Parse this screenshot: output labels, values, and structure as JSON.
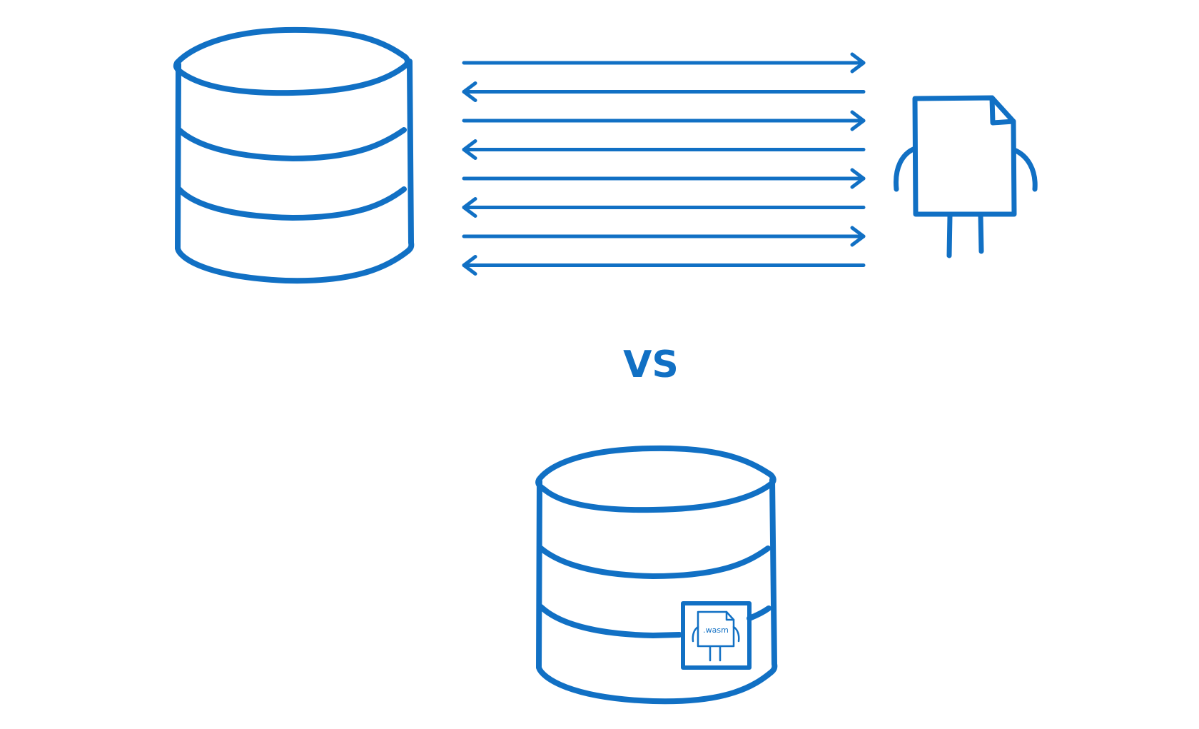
{
  "colors": {
    "ink": "#1170C4",
    "background": "#FFFFFF"
  },
  "comparison": {
    "label": "VS"
  },
  "top_scenario": {
    "database_icon": "database-cylinder-icon",
    "module_icon": "file-character-icon",
    "messages": [
      {
        "direction": "to-module"
      },
      {
        "direction": "to-database"
      },
      {
        "direction": "to-module"
      },
      {
        "direction": "to-database"
      },
      {
        "direction": "to-module"
      },
      {
        "direction": "to-database"
      },
      {
        "direction": "to-module"
      },
      {
        "direction": "to-database"
      }
    ]
  },
  "bottom_scenario": {
    "database_icon": "database-cylinder-icon",
    "embedded_module": {
      "icon": "file-character-icon",
      "label": ".wasm"
    }
  }
}
